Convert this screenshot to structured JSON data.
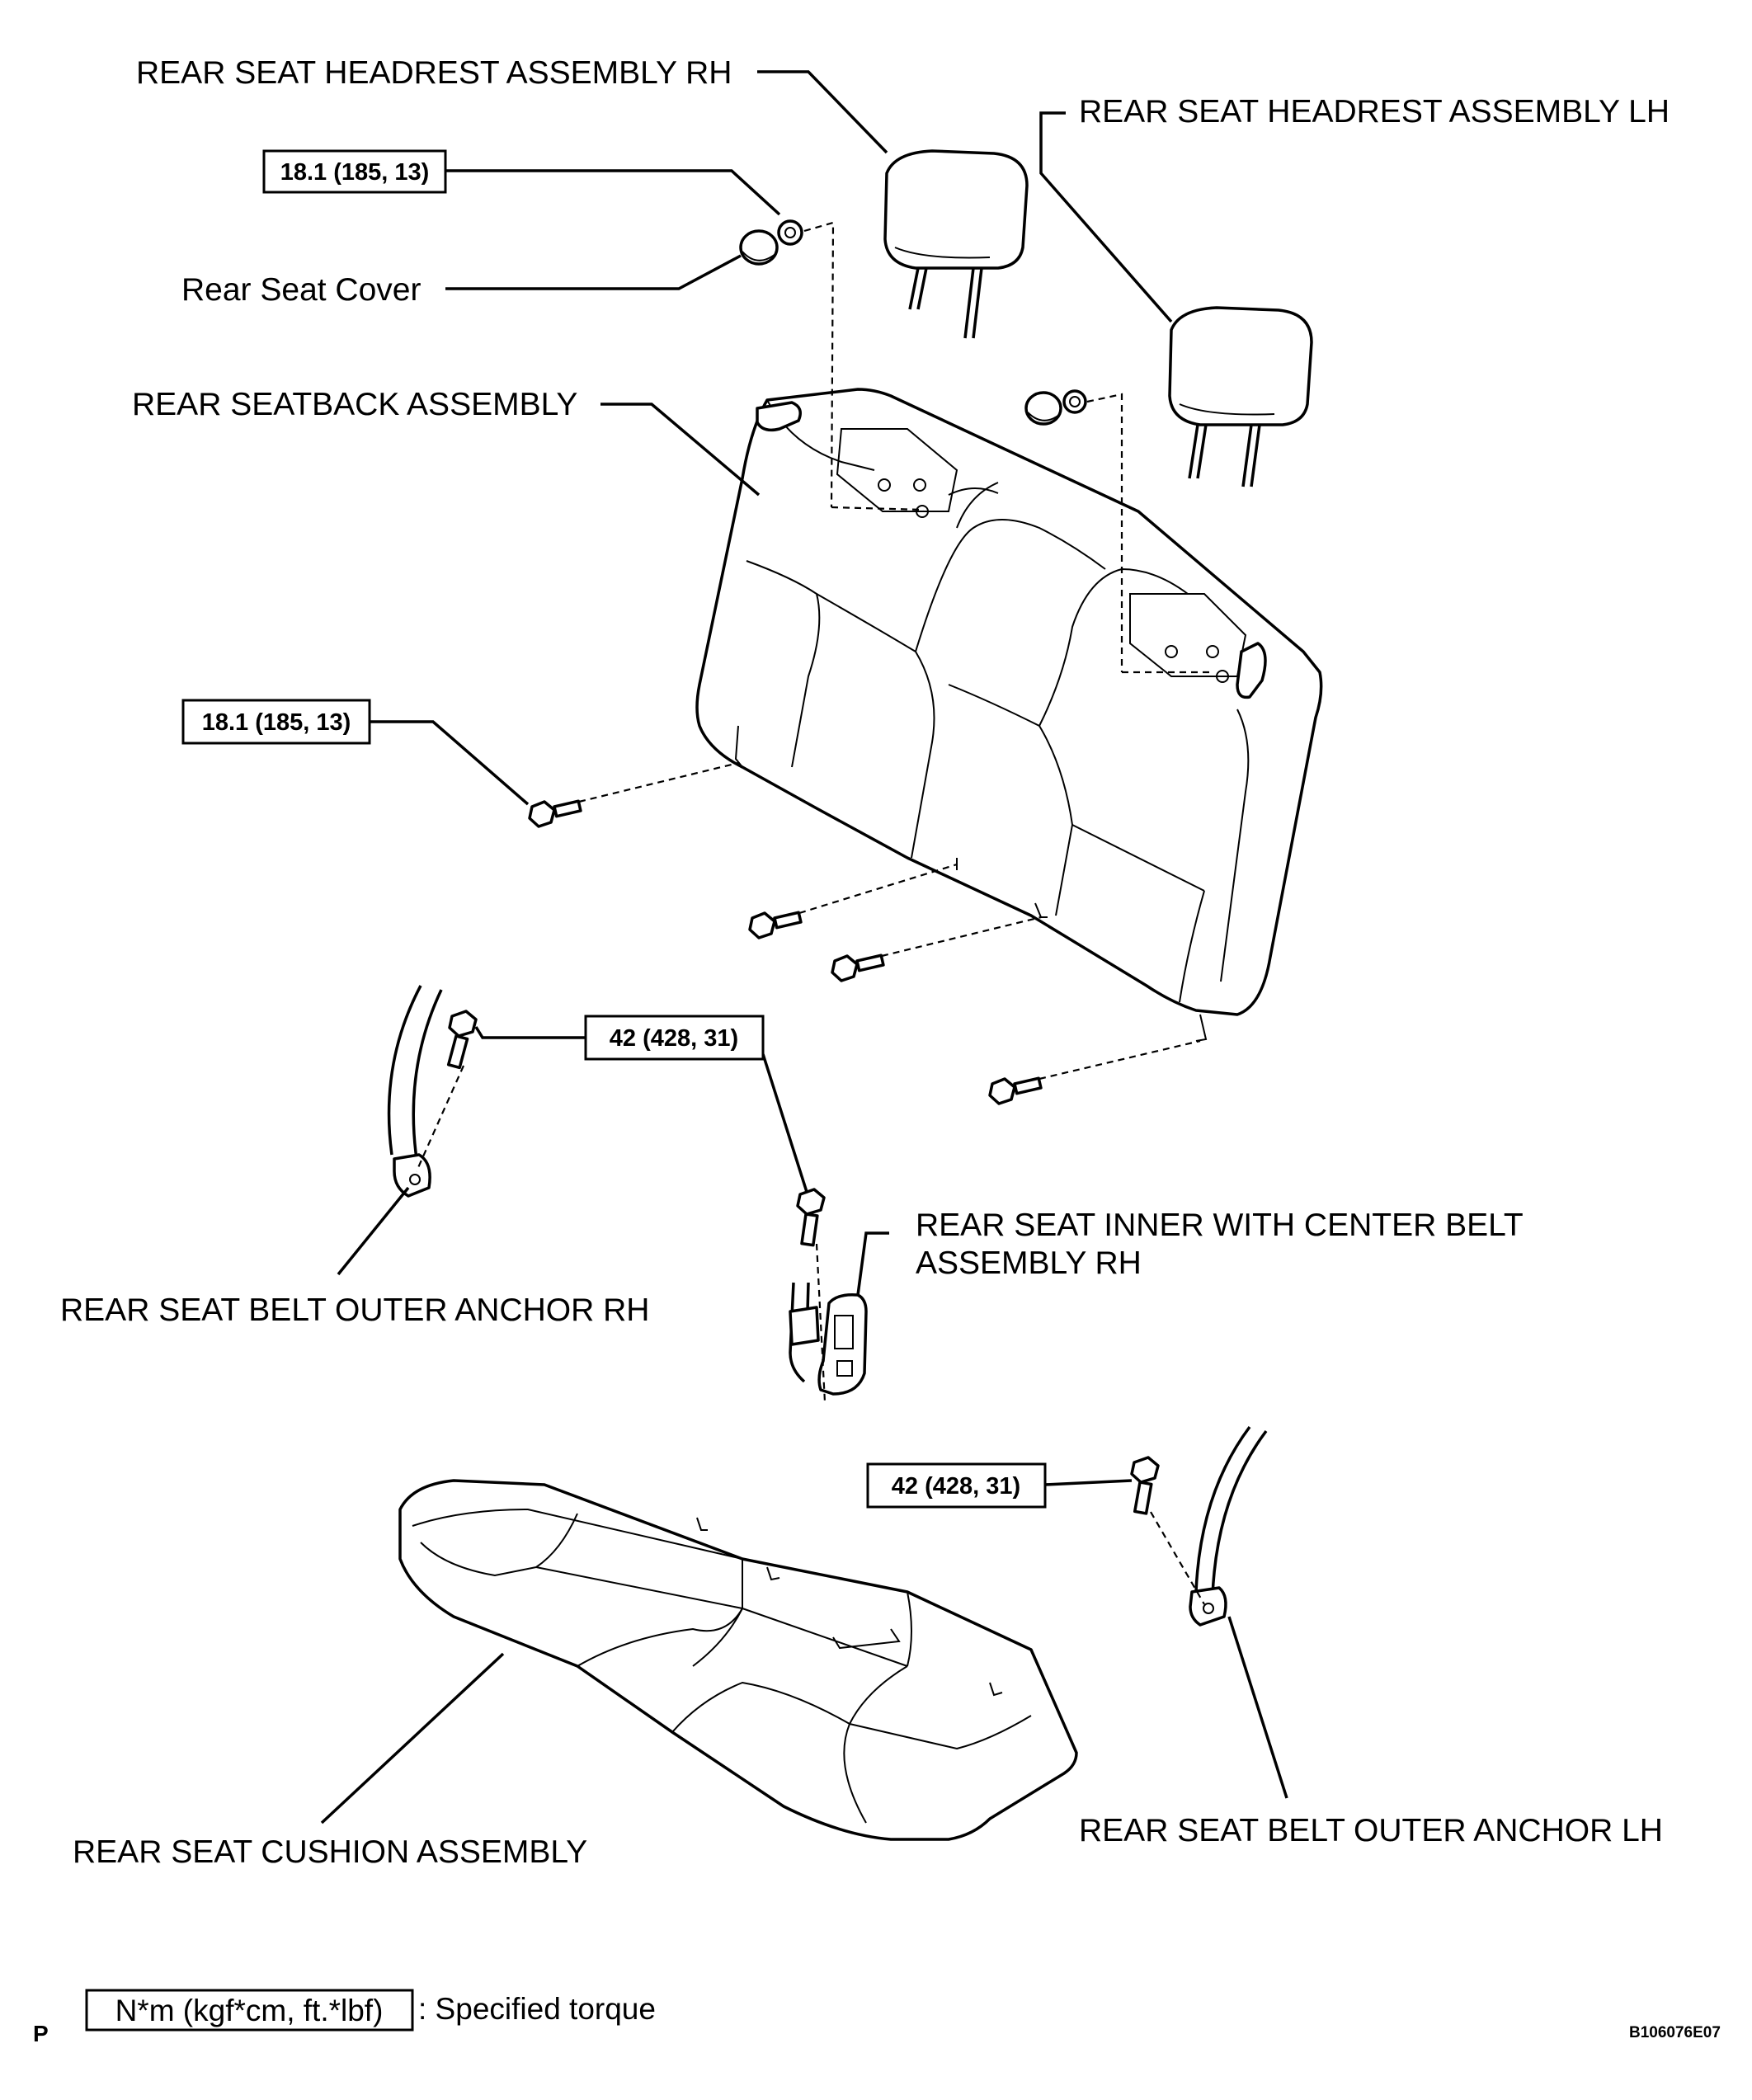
{
  "labels": {
    "headrest_rh": "REAR SEAT HEADREST ASSEMBLY RH",
    "headrest_lh": "REAR SEAT HEADREST ASSEMBLY LH",
    "seat_cover": "Rear Seat Cover",
    "seatback": "REAR SEATBACK ASSEMBLY",
    "center_belt_line1": "REAR SEAT INNER WITH CENTER BELT",
    "center_belt_line2": "ASSEMBLY RH",
    "belt_anchor_rh": "REAR SEAT BELT OUTER ANCHOR RH",
    "belt_anchor_lh": "REAR SEAT BELT OUTER ANCHOR LH",
    "cushion": "REAR SEAT CUSHION ASSEMBLY"
  },
  "torques": {
    "headrest_nut": "18.1 (185, 13)",
    "seatback_bolt": "18.1 (185, 13)",
    "center_belt_bolt": "42 (428, 31)",
    "anchor_lh_bolt": "42 (428, 31)"
  },
  "legend": {
    "unit_box": "N*m (kgf*cm, ft.*lbf)",
    "description": ": Specified torque"
  },
  "footer": {
    "page_letter": "P",
    "figure_code": "B106076E07"
  }
}
